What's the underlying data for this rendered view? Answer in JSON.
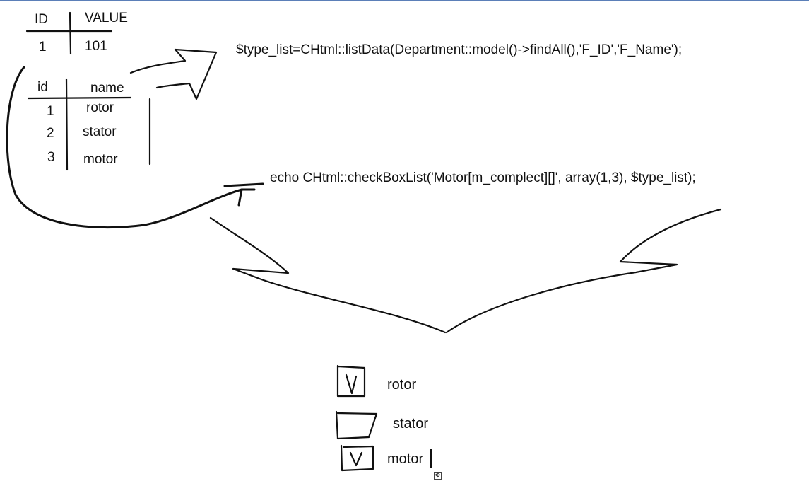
{
  "first_table": {
    "headers": [
      "ID",
      "VALUE"
    ],
    "rows": [
      [
        "1",
        "101"
      ]
    ]
  },
  "second_table": {
    "headers": [
      "id",
      "name"
    ],
    "rows": [
      [
        "1",
        "rotor"
      ],
      [
        "2",
        "stator"
      ],
      [
        "3",
        "motor"
      ]
    ]
  },
  "code_lines": {
    "list_data": "$type_list=CHtml::listData(Department::model()->findAll(),'F_ID','F_Name');",
    "checkbox_list": "echo CHtml::checkBoxList('Motor[m_complect][]', array(1,3), $type_list);"
  },
  "result_checkboxes": [
    {
      "label": "rotor",
      "checked": true
    },
    {
      "label": "stator",
      "checked": false
    },
    {
      "label": "motor",
      "checked": true
    }
  ],
  "move_handle_glyph": "✥",
  "colors": {
    "ink": "#111111",
    "top_rule": "#5b7fb8",
    "background": "#ffffff"
  }
}
